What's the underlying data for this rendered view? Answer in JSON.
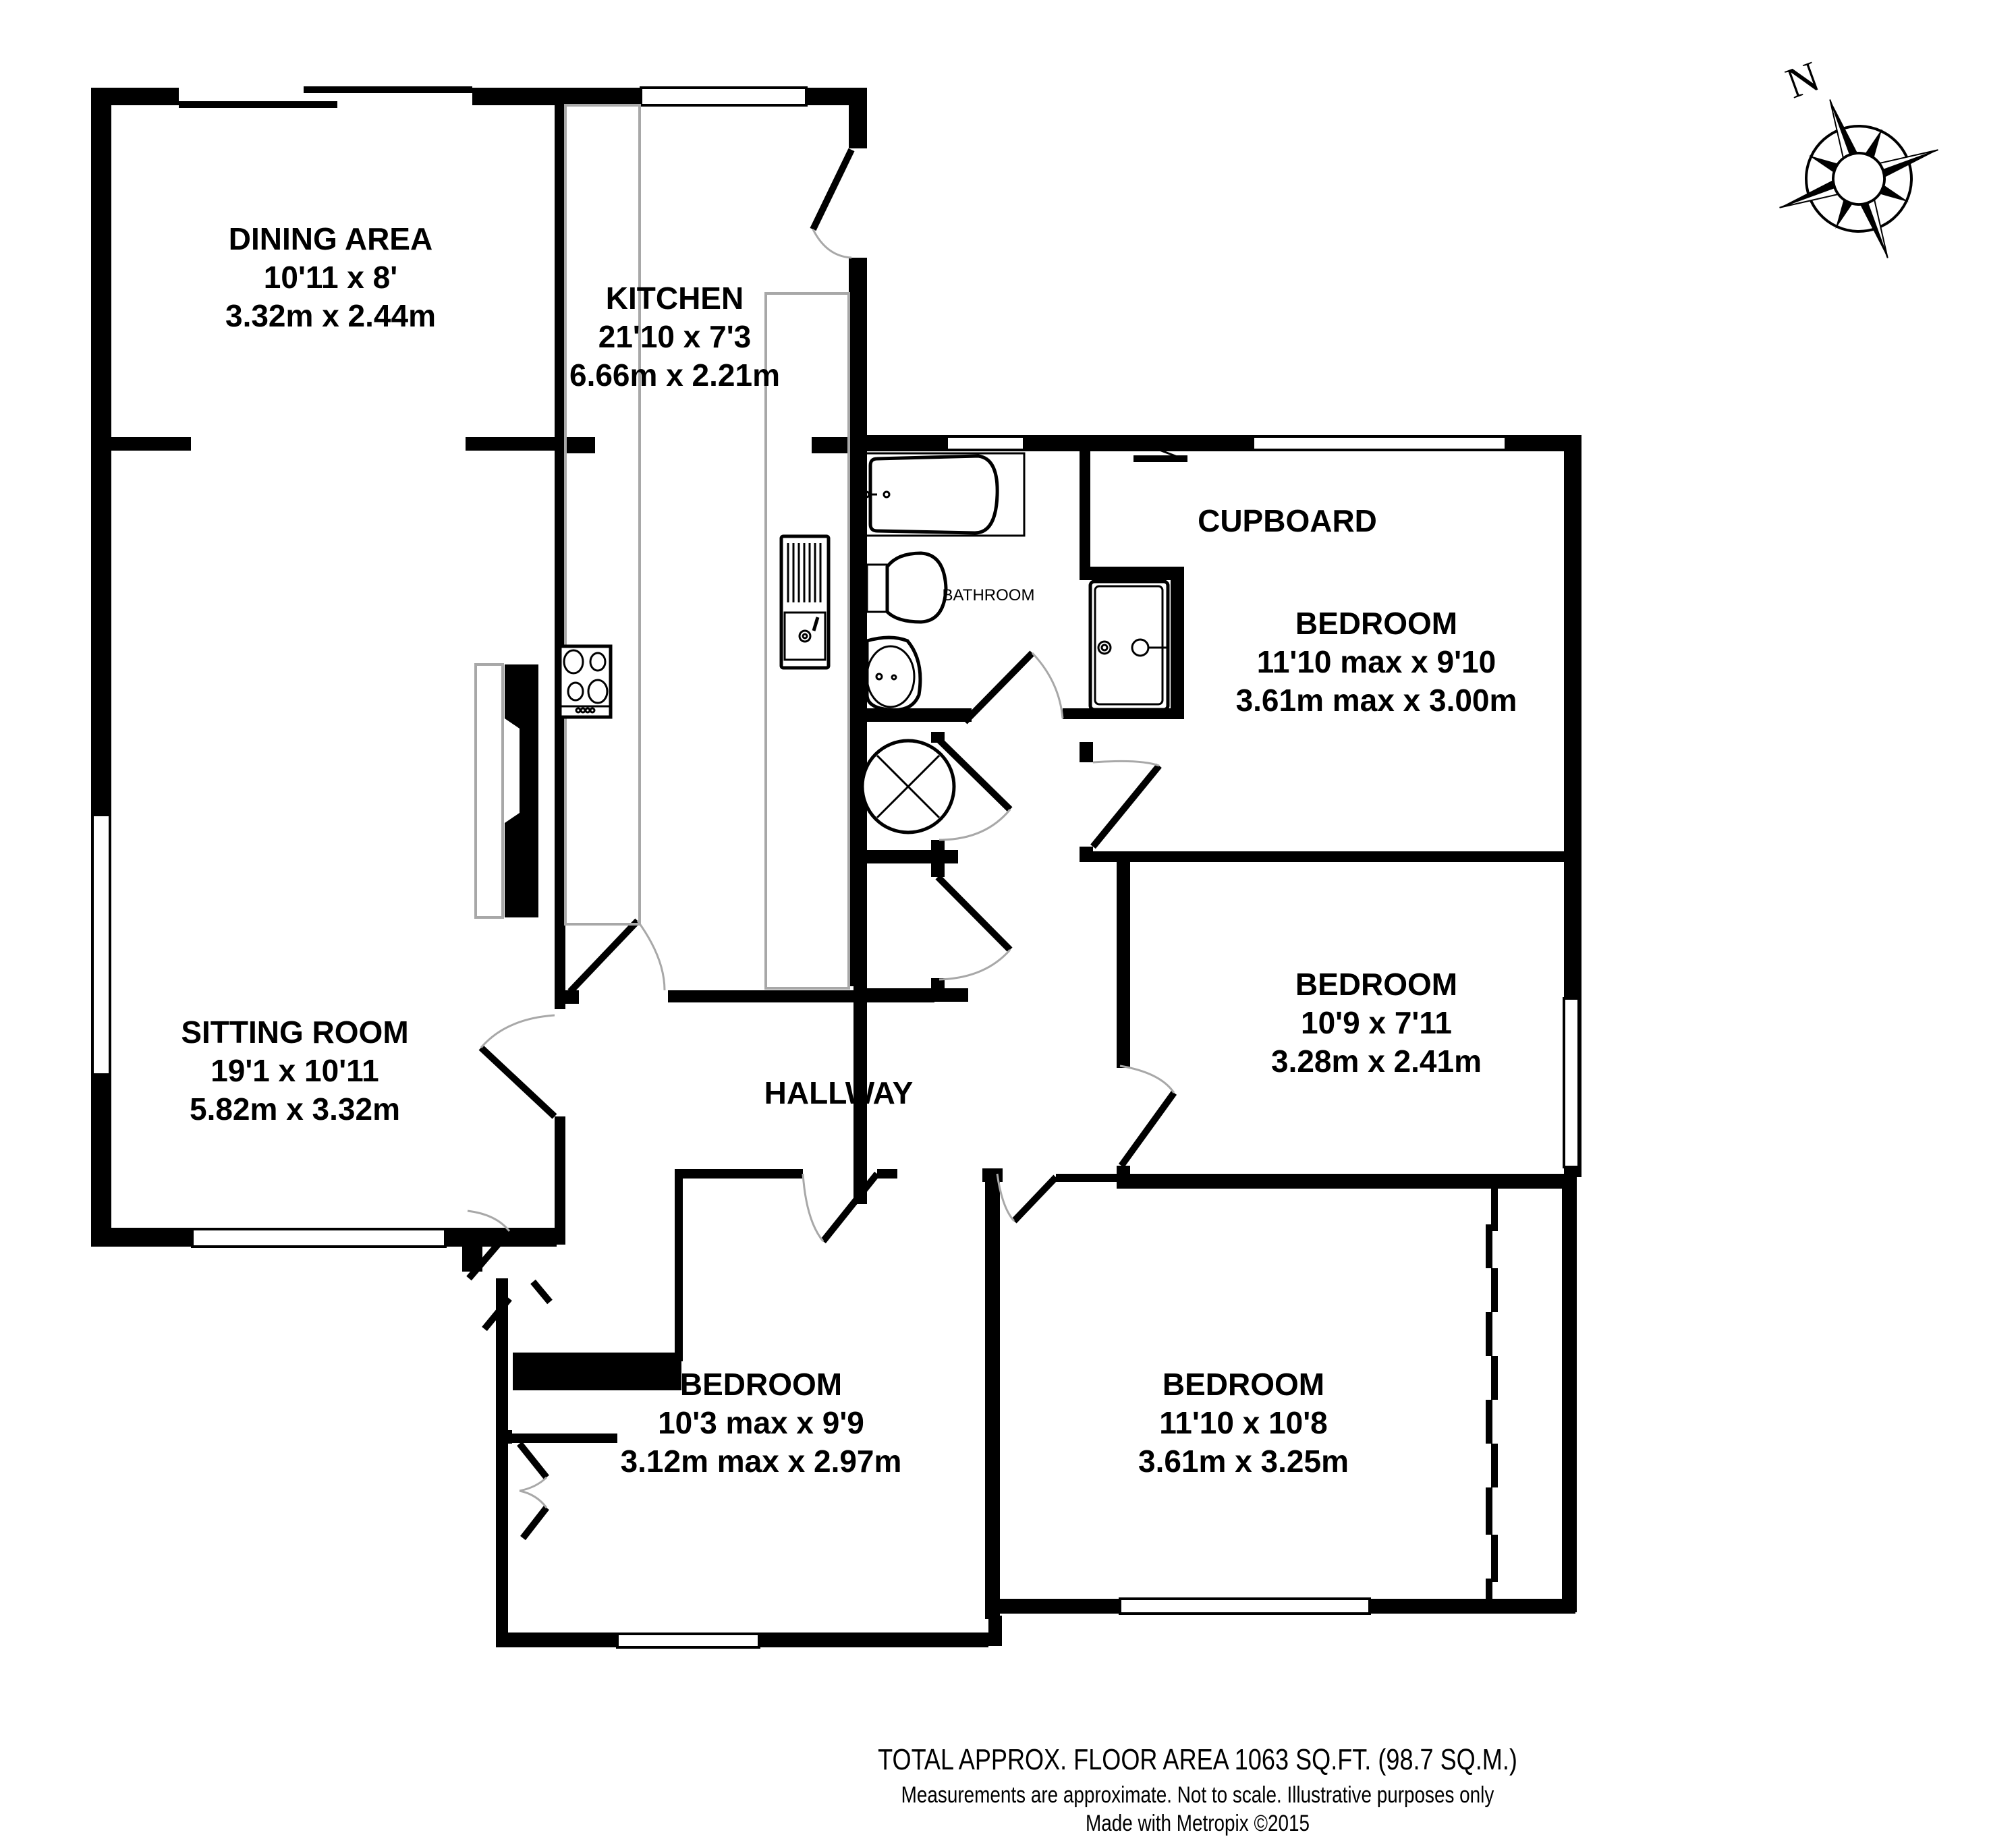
{
  "plan": {
    "colors": {
      "wall": "#000000",
      "background": "#ffffff",
      "door_swing": "#a8a8a8",
      "counter_outline": "#a8a8a8"
    },
    "compass": {
      "label": "N",
      "icon": "compass-rose-icon"
    },
    "rooms": {
      "dining": {
        "name": "DINING AREA",
        "imperial": "10'11 x 8'",
        "metric": "3.32m x 2.44m"
      },
      "kitchen": {
        "name": "KITCHEN",
        "imperial": "21'10 x 7'3",
        "metric": "6.66m x 2.21m"
      },
      "sitting": {
        "name": "SITTING ROOM",
        "imperial": "19'1 x 10'11",
        "metric": "5.82m x 3.32m"
      },
      "hallway": {
        "name": "HALLWAY"
      },
      "bathroom": {
        "name": "BATHROOM"
      },
      "cupboard": {
        "name": "CUPBOARD"
      },
      "bedroom_ne": {
        "name": "BEDROOM",
        "imperial": "11'10 max x 9'10",
        "metric": "3.61m max x 3.00m"
      },
      "bedroom_e": {
        "name": "BEDROOM",
        "imperial": "10'9 x 7'11",
        "metric": "3.28m x 2.41m"
      },
      "bedroom_sw": {
        "name": "BEDROOM",
        "imperial": "10'3 max x 9'9",
        "metric": "3.12m max x 2.97m"
      },
      "bedroom_se": {
        "name": "BEDROOM",
        "imperial": "11'10 x 10'8",
        "metric": "3.61m x 3.25m"
      }
    }
  },
  "footer": {
    "total_area": "TOTAL APPROX. FLOOR AREA 1063 SQ.FT. (98.7 SQ.M.)",
    "disclaimer": "Measurements are approximate.  Not to scale.  Illustrative purposes only",
    "credit": "Made with Metropix ©2015"
  }
}
